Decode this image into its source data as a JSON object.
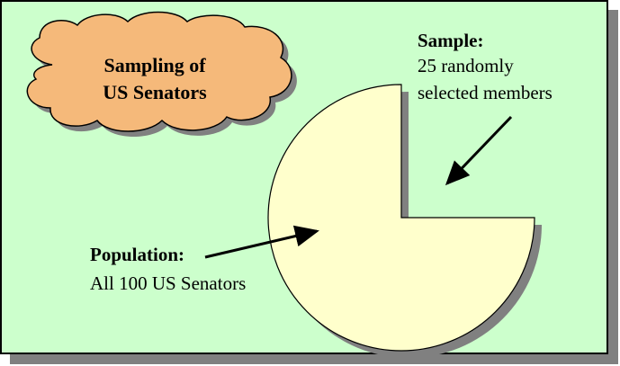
{
  "cloud": {
    "line1": "Sampling of",
    "line2": "US Senators",
    "fill_color": "#f5b97a"
  },
  "sample": {
    "heading": "Sample:",
    "line1": "25 randomly",
    "line2": "selected members"
  },
  "population": {
    "heading": "Population:",
    "line1": "All 100 US Senators"
  },
  "pie": {
    "population_total": 100,
    "sample_count": 25,
    "fill_color": "#ffffcc"
  },
  "colors": {
    "background": "#ccffcc",
    "shadow": "#808080",
    "border": "#000000"
  }
}
